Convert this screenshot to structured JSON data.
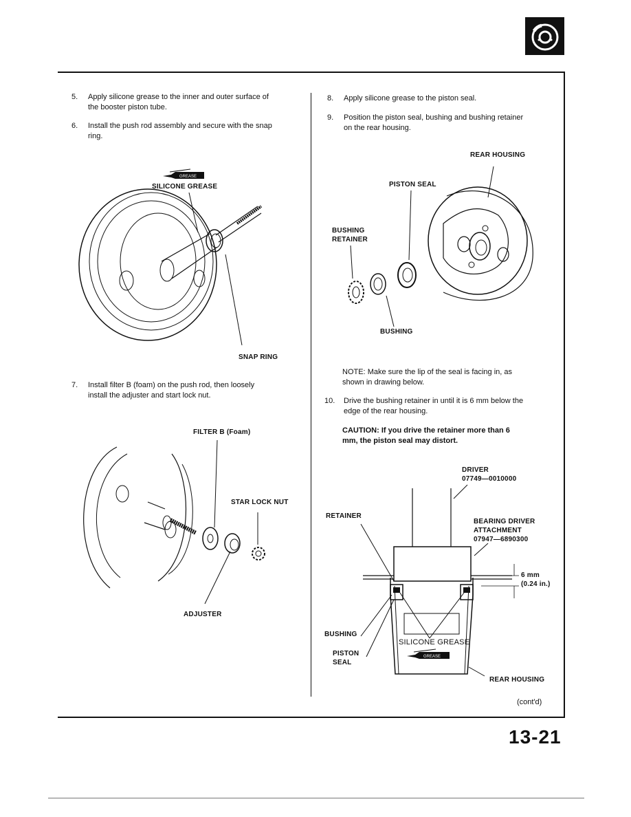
{
  "page_number": "13-21",
  "contd": "(cont'd)",
  "left": {
    "step5": {
      "num": "5.",
      "text1": "Apply silicone grease to the inner and outer surface of",
      "text2": "the booster piston tube."
    },
    "step6": {
      "num": "6.",
      "text1": "Install the push rod assembly and secure with the snap",
      "text2": "ring."
    },
    "fig1": {
      "grease_tube_text": "GREASE",
      "silicone_grease": "SILICONE GREASE",
      "snap_ring": "SNAP RING"
    },
    "step7": {
      "num": "7.",
      "text1": "Install filter B (foam) on the push rod, then loosely",
      "text2": "install the adjuster and start lock nut."
    },
    "fig2": {
      "filter_b": "FILTER B (Foam)",
      "star_lock_nut": "STAR LOCK NUT",
      "adjuster": "ADJUSTER"
    }
  },
  "right": {
    "step8": {
      "num": "8.",
      "text1": "Apply silicone grease to the piston seal."
    },
    "step9": {
      "num": "9.",
      "text1": "Position the piston seal, bushing and bushing retainer",
      "text2": "on the rear housing."
    },
    "fig3": {
      "rear_housing": "REAR HOUSING",
      "piston_seal": "PISTON SEAL",
      "bushing_retainer1": "BUSHING",
      "bushing_retainer2": "RETAINER",
      "bushing": "BUSHING"
    },
    "note": {
      "label": "NOTE:",
      "text1": "Make sure the lip of the seal is facing in, as",
      "text2": "shown in drawing below."
    },
    "step10": {
      "num": "10.",
      "text1": "Drive the bushing retainer in until it is 6 mm below the",
      "text2": "edge of the rear housing."
    },
    "caution": {
      "label": "CAUTION:",
      "text1": "If you drive the retainer more than 6",
      "text2": "mm, the piston seal may distort."
    },
    "fig4": {
      "driver1": "DRIVER",
      "driver2": "07749—0010000",
      "retainer": "RETAINER",
      "bearing1": "BEARING DRIVER",
      "bearing2": "ATTACHMENT",
      "bearing3": "07947—6890300",
      "dim1": "6 mm",
      "dim2": "(0.24 in.)",
      "bushing": "BUSHING",
      "piston1": "PISTON",
      "piston2": "SEAL",
      "silicone_grease": "SILICONE GREASE",
      "grease_tube_text": "GREASE",
      "rear_housing": "REAR HOUSING"
    }
  }
}
